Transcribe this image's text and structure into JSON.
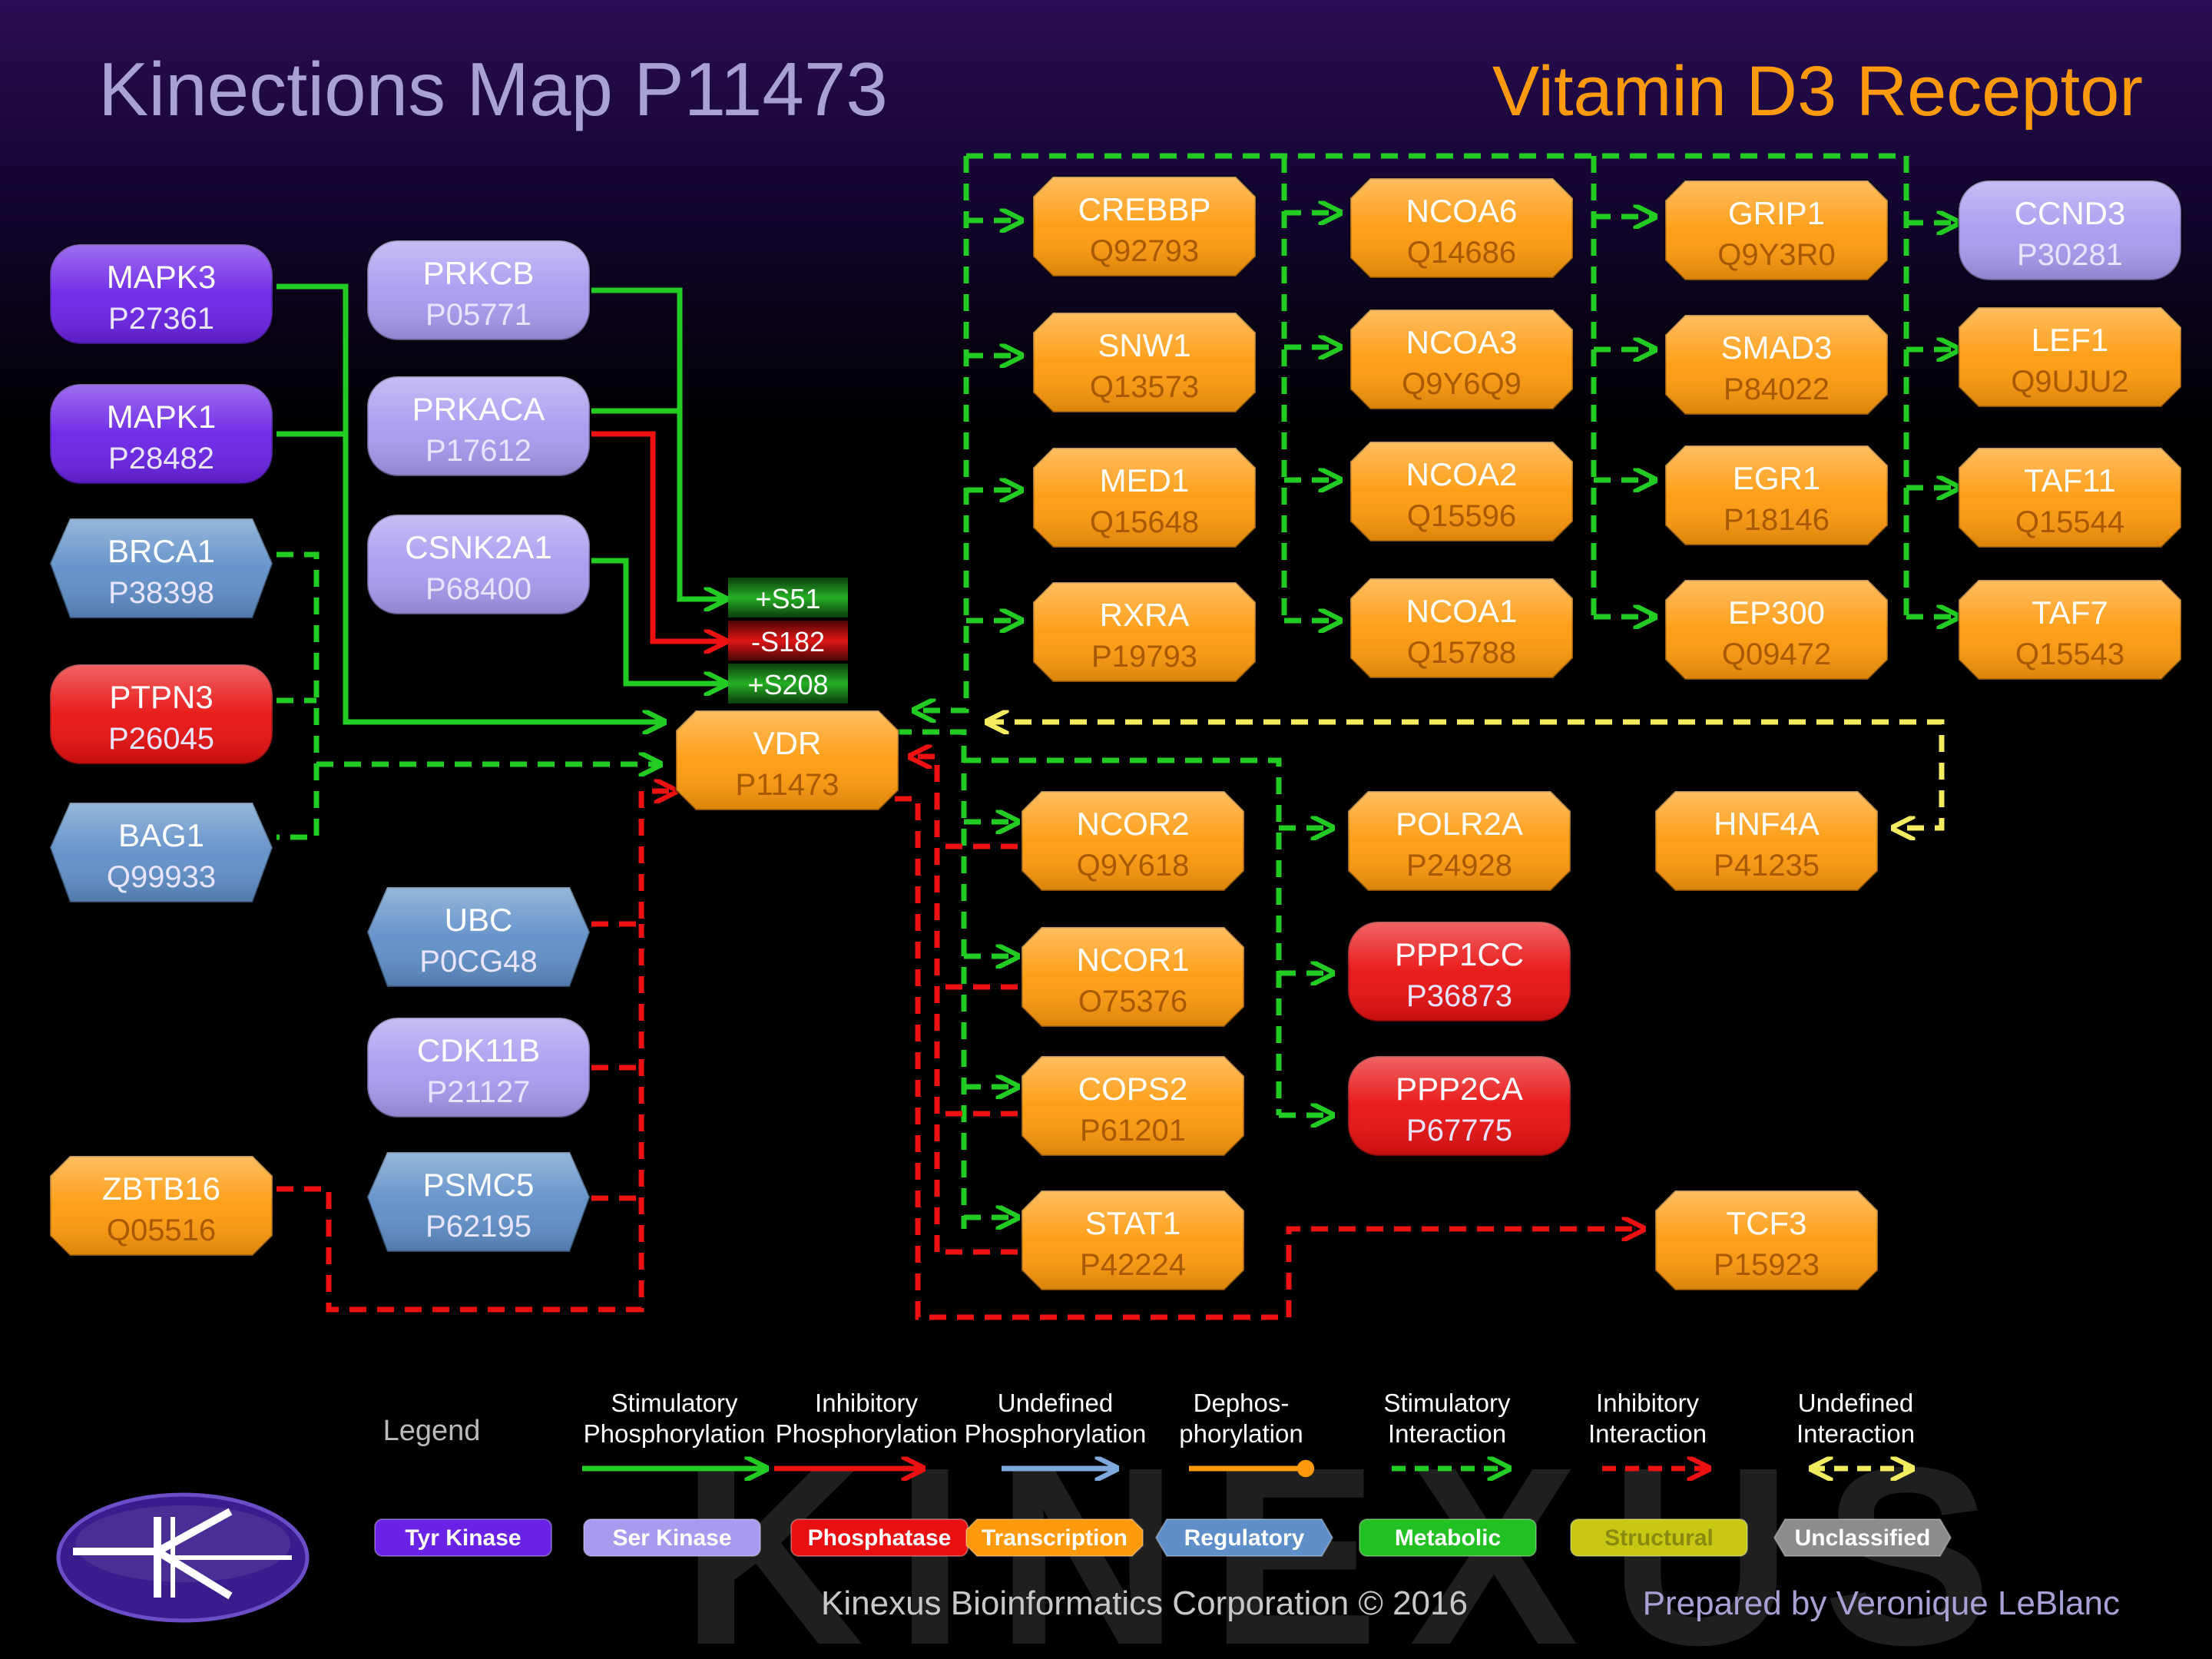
{
  "header": {
    "title": "Kinections Map P11473",
    "protein_name": "Vitamin D3 Receptor"
  },
  "colors": {
    "tyr_kinase": "#6a22e6",
    "ser_kinase": "#a99af0",
    "phosphatase": "#e81010",
    "transcription": "#ff9a0c",
    "regulatory": "#5f8fc8",
    "metabolic": "#22c022",
    "structural": "#c8c814",
    "unclassified": "#8c8c8c",
    "stimulatory": "#22cc22",
    "inhibitory": "#ee1111",
    "undefined_phos": "#7fa8dc",
    "dephos": "#ff9a0c",
    "undefined_interaction": "#f4ec60"
  },
  "nodes": {
    "MAPK3": {
      "gene": "MAPK3",
      "acc": "P27361",
      "type": "tyr_kinase"
    },
    "MAPK1": {
      "gene": "MAPK1",
      "acc": "P28482",
      "type": "tyr_kinase"
    },
    "BRCA1": {
      "gene": "BRCA1",
      "acc": "P38398",
      "type": "regulatory"
    },
    "PTPN3": {
      "gene": "PTPN3",
      "acc": "P26045",
      "type": "phosphatase"
    },
    "BAG1": {
      "gene": "BAG1",
      "acc": "Q99933",
      "type": "regulatory"
    },
    "ZBTB16": {
      "gene": "ZBTB16",
      "acc": "Q05516",
      "type": "transcription"
    },
    "PRKCB": {
      "gene": "PRKCB",
      "acc": "P05771",
      "type": "ser_kinase"
    },
    "PRKACA": {
      "gene": "PRKACA",
      "acc": "P17612",
      "type": "ser_kinase"
    },
    "CSNK2A1": {
      "gene": "CSNK2A1",
      "acc": "P68400",
      "type": "ser_kinase"
    },
    "UBC": {
      "gene": "UBC",
      "acc": "P0CG48",
      "type": "regulatory"
    },
    "CDK11B": {
      "gene": "CDK11B",
      "acc": "P21127",
      "type": "ser_kinase"
    },
    "PSMC5": {
      "gene": "PSMC5",
      "acc": "P62195",
      "type": "regulatory"
    },
    "VDR": {
      "gene": "VDR",
      "acc": "P11473",
      "type": "transcription"
    },
    "CREBBP": {
      "gene": "CREBBP",
      "acc": "Q92793",
      "type": "transcription"
    },
    "SNW1": {
      "gene": "SNW1",
      "acc": "Q13573",
      "type": "transcription"
    },
    "MED1": {
      "gene": "MED1",
      "acc": "Q15648",
      "type": "transcription"
    },
    "RXRA": {
      "gene": "RXRA",
      "acc": "P19793",
      "type": "transcription"
    },
    "NCOA6": {
      "gene": "NCOA6",
      "acc": "Q14686",
      "type": "transcription"
    },
    "NCOA3": {
      "gene": "NCOA3",
      "acc": "Q9Y6Q9",
      "type": "transcription"
    },
    "NCOA2": {
      "gene": "NCOA2",
      "acc": "Q15596",
      "type": "transcription"
    },
    "NCOA1": {
      "gene": "NCOA1",
      "acc": "Q15788",
      "type": "transcription"
    },
    "GRIP1": {
      "gene": "GRIP1",
      "acc": "Q9Y3R0",
      "type": "transcription"
    },
    "SMAD3": {
      "gene": "SMAD3",
      "acc": "P84022",
      "type": "transcription"
    },
    "EGR1": {
      "gene": "EGR1",
      "acc": "P18146",
      "type": "transcription"
    },
    "EP300": {
      "gene": "EP300",
      "acc": "Q09472",
      "type": "transcription"
    },
    "CCND3": {
      "gene": "CCND3",
      "acc": "P30281",
      "type": "ser_kinase"
    },
    "LEF1": {
      "gene": "LEF1",
      "acc": "Q9UJU2",
      "type": "transcription"
    },
    "TAF11": {
      "gene": "TAF11",
      "acc": "Q15544",
      "type": "transcription"
    },
    "TAF7": {
      "gene": "TAF7",
      "acc": "Q15543",
      "type": "transcription"
    },
    "NCOR2": {
      "gene": "NCOR2",
      "acc": "Q9Y618",
      "type": "transcription"
    },
    "NCOR1": {
      "gene": "NCOR1",
      "acc": "O75376",
      "type": "transcription"
    },
    "COPS2": {
      "gene": "COPS2",
      "acc": "P61201",
      "type": "transcription"
    },
    "STAT1": {
      "gene": "STAT1",
      "acc": "P42224",
      "type": "transcription"
    },
    "POLR2A": {
      "gene": "POLR2A",
      "acc": "P24928",
      "type": "transcription"
    },
    "PPP1CC": {
      "gene": "PPP1CC",
      "acc": "P36873",
      "type": "phosphatase"
    },
    "PPP2CA": {
      "gene": "PPP2CA",
      "acc": "P67775",
      "type": "phosphatase"
    },
    "HNF4A": {
      "gene": "HNF4A",
      "acc": "P41235",
      "type": "transcription"
    },
    "TCF3": {
      "gene": "TCF3",
      "acc": "P15923",
      "type": "transcription"
    }
  },
  "sites": {
    "S51": {
      "label": "+S51",
      "effect": "stimulatory"
    },
    "S182": {
      "label": "-S182",
      "effect": "inhibitory"
    },
    "S208": {
      "label": "+S208",
      "effect": "stimulatory"
    }
  },
  "legend": {
    "title": "Legend",
    "items": {
      "stim_phos": {
        "line1": "Stimulatory",
        "line2": "Phosphorylation"
      },
      "inhib_phos": {
        "line1": "Inhibitory",
        "line2": "Phosphorylation"
      },
      "undef_phos": {
        "line1": "Undefined",
        "line2": "Phosphorylation"
      },
      "dephos": {
        "line1": "Dephos-",
        "line2": "phorylation"
      },
      "stim_int": {
        "line1": "Stimulatory",
        "line2": "Interaction"
      },
      "inhib_int": {
        "line1": "Inhibitory",
        "line2": "Interaction"
      },
      "undef_int": {
        "line1": "Undefined",
        "line2": "Interaction"
      }
    },
    "categories": {
      "tyr": "Tyr Kinase",
      "ser": "Ser Kinase",
      "phos": "Phosphatase",
      "trans": "Transcription",
      "reg": "Regulatory",
      "met": "Metabolic",
      "struct": "Structural",
      "uncl": "Unclassified"
    }
  },
  "footer": {
    "watermark": "KINEXUS",
    "copyright": "Kinexus Bioinformatics Corporation © 2016",
    "prepared_by": "Prepared by Veronique LeBlanc"
  }
}
